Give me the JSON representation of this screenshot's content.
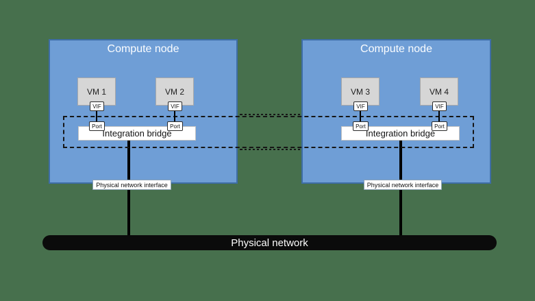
{
  "colors": {
    "background": "#47704d",
    "node_fill": "#6f9ed6",
    "node_border": "#3e6da6",
    "vm_fill": "#d6d6d6",
    "small_box_fill": "#ffffff",
    "dash_line": "#161616",
    "trunk_line": "#000000",
    "physical_network_bar": "#0b0b0b",
    "title_text": "#ffffff"
  },
  "nodes": [
    {
      "title": "Compute node",
      "vms": [
        "VM 1",
        "VM 2"
      ],
      "vifs": [
        "VIF",
        "VIF"
      ],
      "ports": [
        "Port",
        "Port"
      ],
      "bridge_label": "Integration bridge",
      "interface_label": "Physical network interface"
    },
    {
      "title": "Compute node",
      "vms": [
        "VM 3",
        "VM 4"
      ],
      "vifs": [
        "VIF",
        "VIF"
      ],
      "ports": [
        "Port",
        "Port"
      ],
      "bridge_label": "Integration bridge",
      "interface_label": "Physical network interface"
    }
  ],
  "physical_network": {
    "label": "Physical network"
  }
}
